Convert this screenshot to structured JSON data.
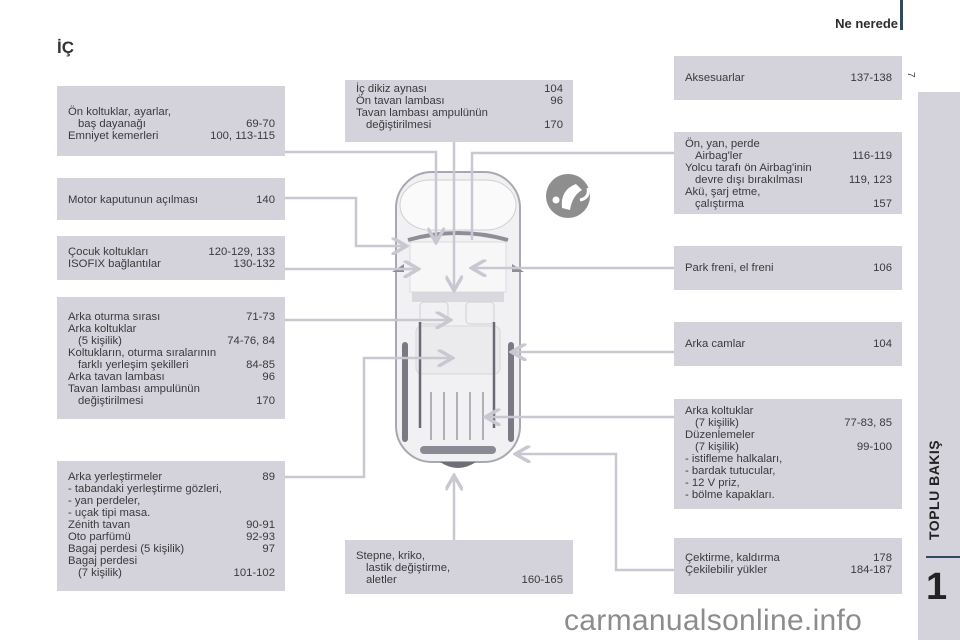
{
  "header": {
    "title": "Ne nerede",
    "page_number": "7"
  },
  "section_title": "İÇ",
  "side_tab": {
    "label": "TOPLU BAKIŞ",
    "chapter": "1"
  },
  "watermark": "carmanualsonline.info",
  "icon": "hand-pointing-icon",
  "boxes": {
    "front_seats": [
      {
        "label": "Ön koltuklar, ayarlar,",
        "page": ""
      },
      {
        "label": "baş dayanağı",
        "page": "69-70",
        "indent": true
      },
      {
        "label": "Emniyet kemerleri",
        "page": "100, 113-115"
      }
    ],
    "hood": [
      {
        "label": "Motor kaputunun açılması",
        "page": "140"
      }
    ],
    "child_seats": [
      {
        "label": "Çocuk koltukları",
        "page": "120-129, 133"
      },
      {
        "label": "ISOFIX bağlantılar",
        "page": "130-132"
      }
    ],
    "rear_seats": [
      {
        "label": "Arka oturma sırası",
        "page": "71-73"
      },
      {
        "label": "Arka koltuklar",
        "page": ""
      },
      {
        "label": "(5 kişilik)",
        "page": "74-76, 84",
        "indent": true
      },
      {
        "label": "Koltukların, oturma sıralarının",
        "page": ""
      },
      {
        "label": "farklı yerleşim şekilleri",
        "page": "84-85",
        "indent": true
      },
      {
        "label": "Arka tavan lambası",
        "page": "96"
      },
      {
        "label": "Tavan lambası ampulünün",
        "page": ""
      },
      {
        "label": "değiştirilmesi",
        "page": "170",
        "indent": true
      }
    ],
    "rear_fittings": [
      {
        "label": "Arka yerleştirmeler",
        "page": "89"
      },
      {
        "label": "-  tabandaki yerleştirme gözleri,",
        "page": ""
      },
      {
        "label": "-  yan perdeler,",
        "page": ""
      },
      {
        "label": "-  uçak tipi masa.",
        "page": ""
      },
      {
        "label": "Zénith tavan",
        "page": "90-91"
      },
      {
        "label": "Oto parfümü",
        "page": "92-93"
      },
      {
        "label": "Bagaj perdesi (5 kişilik)",
        "page": "97"
      },
      {
        "label": "Bagaj perdesi",
        "page": ""
      },
      {
        "label": "(7 kişilik)",
        "page": "101-102",
        "indent": true
      }
    ],
    "mirror_lamps": [
      {
        "label": "İç dikiz aynası",
        "page": "104"
      },
      {
        "label": "Ön tavan lambası",
        "page": "96"
      },
      {
        "label": "Tavan lambası ampulünün",
        "page": ""
      },
      {
        "label": "değiştirilmesi",
        "page": "170",
        "indent": true
      }
    ],
    "spare_wheel": [
      {
        "label": "Stepne, kriko,",
        "page": ""
      },
      {
        "label": "lastik değiştirme,",
        "page": "",
        "indent": true
      },
      {
        "label": "aletler",
        "page": "160-165",
        "indent": true
      }
    ],
    "accessories": [
      {
        "label": "Aksesuarlar",
        "page": "137-138"
      }
    ],
    "airbags": [
      {
        "label": "Ön, yan, perde",
        "page": ""
      },
      {
        "label": "Airbag'ler",
        "page": "116-119",
        "indent": true
      },
      {
        "label": "Yolcu tarafı ön Airbag'inin",
        "page": ""
      },
      {
        "label": "devre dışı bırakılması",
        "page": "119, 123",
        "indent": true
      },
      {
        "label": "Akü, şarj etme,",
        "page": ""
      },
      {
        "label": "çalıştırma",
        "page": "157",
        "indent": true
      }
    ],
    "parking_brake": [
      {
        "label": "Park freni, el freni",
        "page": "106"
      }
    ],
    "rear_windows": [
      {
        "label": "Arka camlar",
        "page": "104"
      }
    ],
    "rear_seats_7": [
      {
        "label": "Arka koltuklar",
        "page": ""
      },
      {
        "label": "(7 kişilik)",
        "page": "77-83, 85",
        "indent": true
      },
      {
        "label": "Düzenlemeler",
        "page": ""
      },
      {
        "label": "(7 kişilik)",
        "page": "99-100",
        "indent": true
      },
      {
        "label": "-  istifleme halkaları,",
        "page": ""
      },
      {
        "label": "-  bardak tutucular,",
        "page": ""
      },
      {
        "label": "-  12 V priz,",
        "page": ""
      },
      {
        "label": "-  bölme kapakları.",
        "page": ""
      }
    ],
    "towing": [
      {
        "label": "Çektirme, kaldırma",
        "page": "178"
      },
      {
        "label": "Çekilebilir yükler",
        "page": "184-187"
      }
    ]
  }
}
